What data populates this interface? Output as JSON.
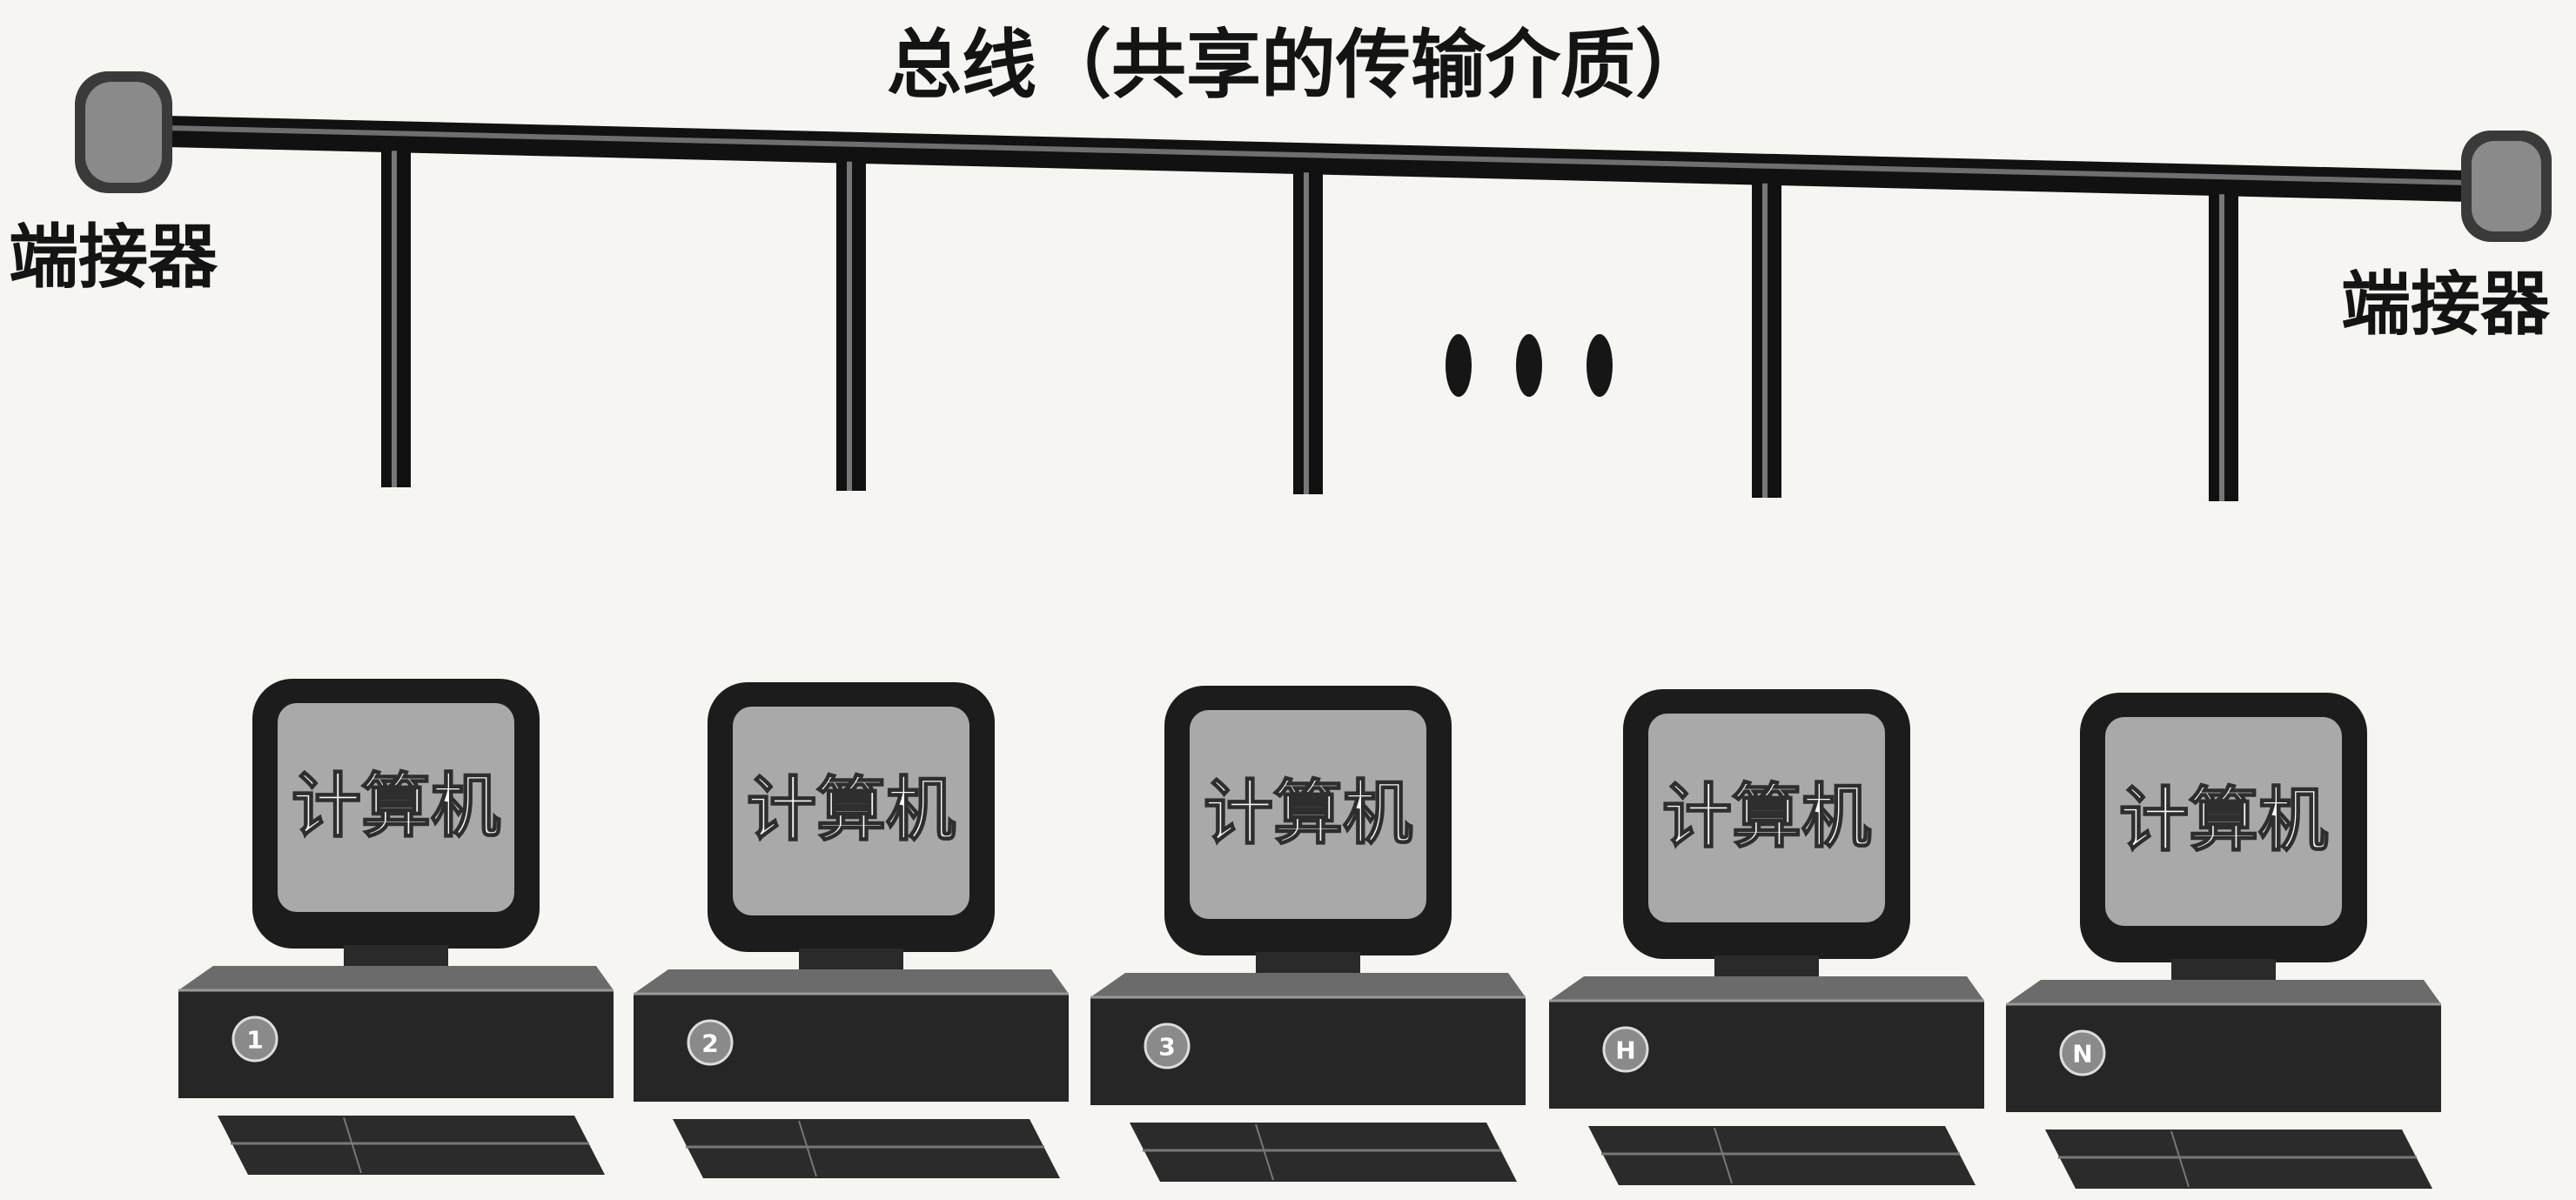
{
  "bus": {
    "title": "总线（共享的传输介质）"
  },
  "terminators": {
    "left_label": "端接器",
    "right_label": "端接器"
  },
  "ellipsis": "•••",
  "computers": [
    {
      "screen_label": "计算机",
      "number": "1"
    },
    {
      "screen_label": "计算机",
      "number": "2"
    },
    {
      "screen_label": "计算机",
      "number": "3"
    },
    {
      "screen_label": "计算机",
      "number": "H"
    },
    {
      "screen_label": "计算机",
      "number": "N"
    }
  ]
}
